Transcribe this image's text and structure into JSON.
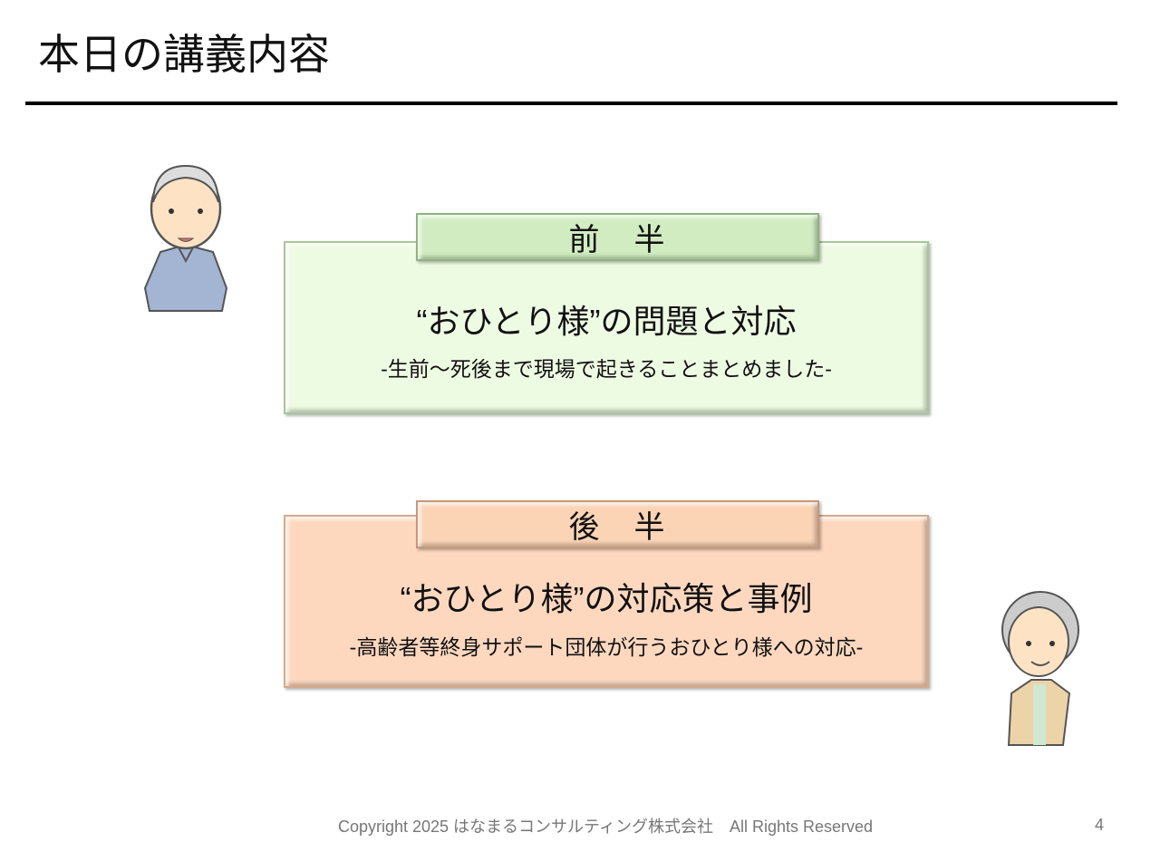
{
  "title": "本日の講義内容",
  "sections": [
    {
      "tab": "前　半",
      "heading": "“おひとり様”の問題と対応",
      "subheading": "-生前～死後まで現場で起きることまとめました-",
      "color": "#eefbe3"
    },
    {
      "tab": "後　半",
      "heading": "“おひとり様”の対応策と事例",
      "subheading": "-高齢者等終身サポート団体が行うおひとり様への対応-",
      "color": "#fdd8bf"
    }
  ],
  "footer": {
    "copyright": "Copyright 2025 はなまるコンサルティング株式会社　All Rights Reserved",
    "page_number": "4"
  }
}
